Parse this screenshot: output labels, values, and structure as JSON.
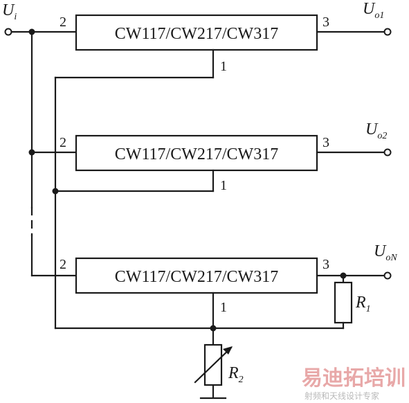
{
  "regulators": [
    {
      "part": "CW117/CW217/CW317",
      "pin_in": "2",
      "pin_out": "3",
      "pin_adj": "1"
    },
    {
      "part": "CW117/CW217/CW317",
      "pin_in": "2",
      "pin_out": "3",
      "pin_adj": "1"
    },
    {
      "part": "CW117/CW217/CW317",
      "pin_in": "2",
      "pin_out": "3",
      "pin_adj": "1"
    }
  ],
  "input": {
    "symbol": "U",
    "sub": "i"
  },
  "outputs": [
    {
      "symbol": "U",
      "sub": "o1"
    },
    {
      "symbol": "U",
      "sub": "o2"
    },
    {
      "symbol": "U",
      "sub": "oN"
    }
  ],
  "r1": {
    "symbol": "R",
    "sub": "1"
  },
  "r2": {
    "symbol": "R",
    "sub": "2"
  },
  "watermark": {
    "brand": "易迪拓培训",
    "tagline": "射频和天线设计专家"
  }
}
